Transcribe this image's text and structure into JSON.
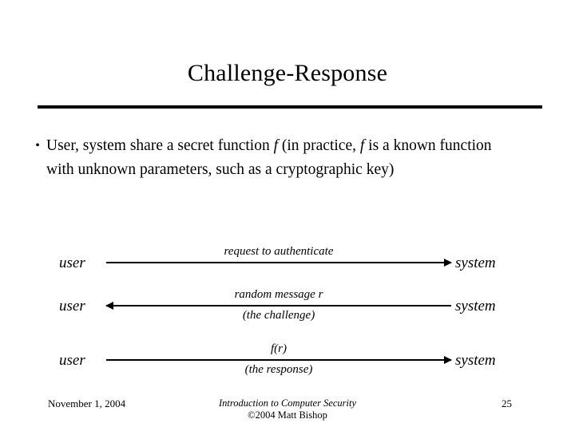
{
  "slide": {
    "title": "Challenge-Response",
    "bullets": [
      {
        "marker": "•",
        "segments": [
          {
            "text": "User, system share a secret function ",
            "italic": false
          },
          {
            "text": "f",
            "italic": true
          },
          {
            "text": " (in practice, ",
            "italic": false
          },
          {
            "text": "f",
            "italic": true
          },
          {
            "text": " is a known function with unknown parameters, such as a cryptographic key)",
            "italic": false
          }
        ]
      }
    ]
  },
  "diagram": {
    "exchanges": [
      {
        "left_party": "user",
        "right_party": "system",
        "direction": "to-right",
        "label_above": "request to authenticate",
        "label_below": ""
      },
      {
        "left_party": "user",
        "right_party": "system",
        "direction": "to-left",
        "label_above": "random message r",
        "label_below": "(the challenge)"
      },
      {
        "left_party": "user",
        "right_party": "system",
        "direction": "to-right",
        "label_above": "f(r)",
        "label_below": "(the response)"
      }
    ]
  },
  "footer": {
    "date": "November 1, 2004",
    "course": "Introduction to Computer Security",
    "copyright": "©2004 Matt Bishop",
    "page_number": "25"
  },
  "colors": {
    "text": "#000000",
    "background": "#ffffff",
    "rule": "#000000"
  }
}
